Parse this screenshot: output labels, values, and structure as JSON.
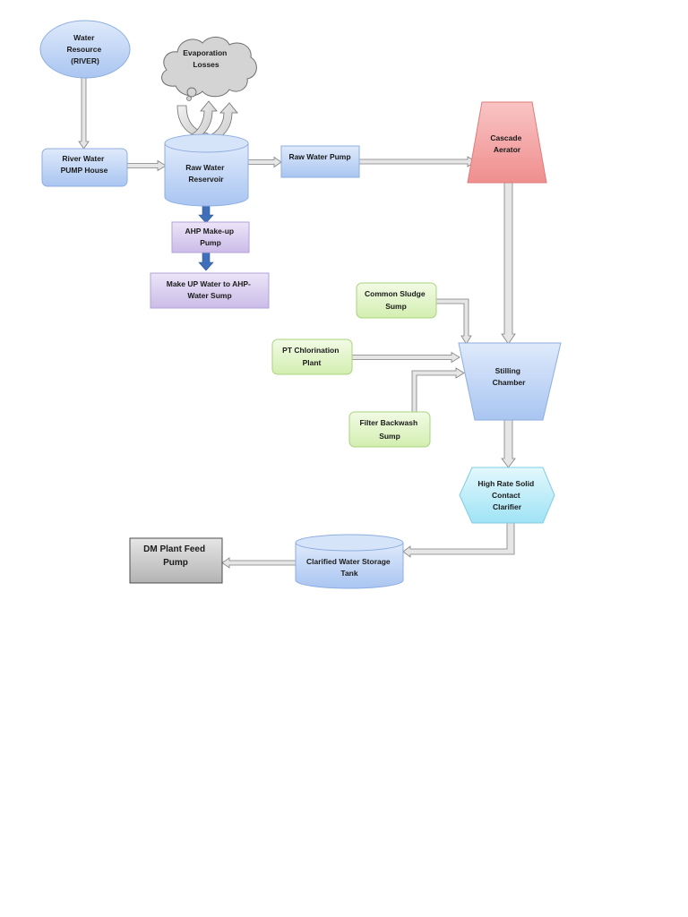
{
  "nodes": {
    "water_resource": {
      "lines": [
        "Water",
        "Resource",
        "(RIVER)"
      ]
    },
    "evaporation": {
      "lines": [
        "Evaporation",
        "Losses"
      ]
    },
    "pump_house": {
      "lines": [
        "River Water",
        "PUMP House"
      ]
    },
    "reservoir": {
      "lines": [
        "Raw Water",
        "Reservoir"
      ]
    },
    "raw_pump": {
      "lines": [
        "Raw Water Pump"
      ]
    },
    "aerator": {
      "lines": [
        "Cascade",
        "Aerator"
      ]
    },
    "ahp_pump": {
      "lines": [
        "AHP Make-up",
        "Pump"
      ]
    },
    "ahp_sump": {
      "lines": [
        "Make UP Water to AHP-",
        "Water Sump"
      ]
    },
    "sludge": {
      "lines": [
        "Common Sludge",
        "Sump"
      ]
    },
    "chlorination": {
      "lines": [
        "PT Chlorination",
        "Plant"
      ]
    },
    "stilling": {
      "lines": [
        "Stilling",
        "Chamber"
      ]
    },
    "backwash": {
      "lines": [
        "Filter Backwash",
        "Sump"
      ]
    },
    "clarifier": {
      "lines": [
        "High Rate Solid",
        "Contact",
        "Clarifier"
      ]
    },
    "storage_tank": {
      "lines": [
        "Clarified Water Storage",
        "Tank"
      ]
    },
    "dm_pump": {
      "lines": [
        "DM Plant Feed",
        "Pump"
      ]
    }
  },
  "colors": {
    "blue_fill": "#bcd3f5",
    "blue_stroke": "#8eaee0",
    "pink_fill": "#f4a4a4",
    "purple_fill": "#d9cdee",
    "green_fill": "#e2f5c6",
    "cyan_fill": "#b9ecf8",
    "gray_fill": "#c9c9c9",
    "cloud_fill": "#d4d4d4",
    "arrow_blue": "#3f6fb8"
  }
}
